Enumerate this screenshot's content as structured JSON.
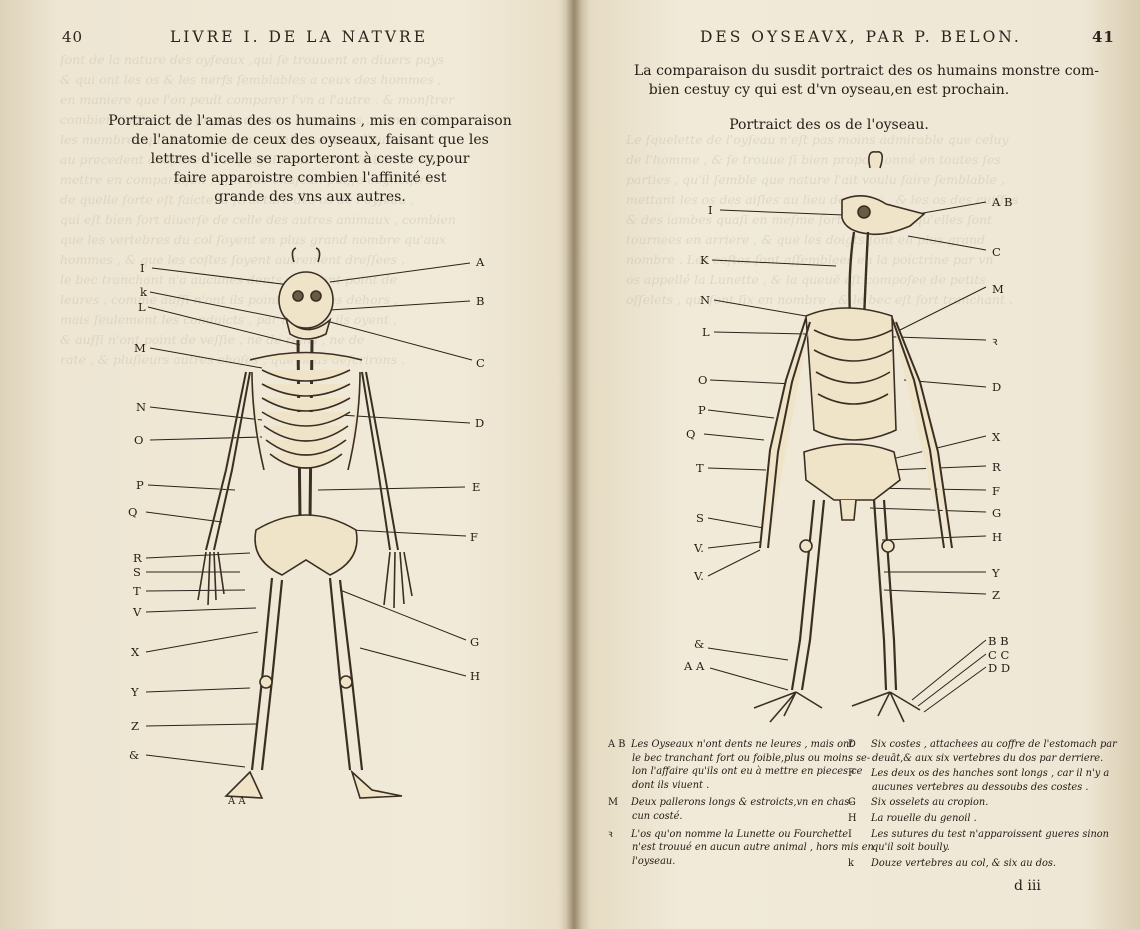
{
  "left_page": {
    "page_number": "40",
    "running_head": "LIVRE I. DE LA NATVRE",
    "title_lines": [
      "Portraict de l'amas des os humains , mis en comparaison",
      "de l'anatomie de ceux des oyseaux, faisant que les",
      "lettres d'icelle se raporteront à ceste cy,pour",
      "faire apparoistre combien l'affinité est",
      "grande des vns aux autres."
    ],
    "labels_left": [
      "I",
      "k",
      "L",
      "M",
      "N",
      "O",
      "P",
      "Q",
      "R",
      "S",
      "T",
      "V",
      "X",
      "Y",
      "Z",
      "&"
    ],
    "labels_right": [
      "A",
      "B",
      "C",
      "D",
      "E",
      "F",
      "G",
      "H"
    ],
    "label_bottom": "A A"
  },
  "right_page": {
    "page_number": "41",
    "running_head": "DES OYSEAVX, PAR P. BELON.",
    "intro_lines": [
      "La comparaison du susdit portraict des os humains monstre com-",
      "bien cestuy cy qui est d'vn oyseau,en est prochain."
    ],
    "figure_title": "Portraict des os de l'oyseau.",
    "labels_left": [
      "I",
      "K",
      "N",
      "L",
      "O",
      "P",
      "Q",
      "T",
      "S",
      "V.",
      "V.",
      "&",
      "A A"
    ],
    "labels_right": [
      "A B",
      "C",
      "M",
      "ꝛ",
      "D",
      "X",
      "R",
      "F",
      "G",
      "H",
      "Y",
      "Z",
      "B B",
      "C C",
      "D D"
    ],
    "legend_left": [
      {
        "key": "A B",
        "text": "Les Oyseaux n'ont dents ne leures , mais ont",
        "cont": [
          "le bec tranchant fort ou foible,plus ou moins se-",
          "lon l'affaire qu'ils ont eu à mettre en pieces ce",
          "dont ils viuent ."
        ]
      },
      {
        "key": "M",
        "text": "Deux pallerons longs & estroicts,vn en chas-",
        "cont": [
          "cun costé."
        ]
      },
      {
        "key": "ꝛ",
        "text": "L'os qu'on nomme la Lunette ou Fourchette",
        "cont": [
          "n'est trouué en aucun autre animal , hors mis en",
          "l'oyseau."
        ]
      }
    ],
    "legend_right": [
      {
        "key": "D",
        "text": "Six costes , attachees au coffre de l'estomach par",
        "cont": [
          "deuāt,& aux six vertebres du dos par derriere."
        ]
      },
      {
        "key": "F",
        "text": "Les deux os des hanches sont longs , car il n'y a",
        "cont": [
          "aucunes vertebres au dessoubs des costes ."
        ]
      },
      {
        "key": "G",
        "text": "Six osselets au cropion.",
        "cont": []
      },
      {
        "key": "H",
        "text": "La rouelle du genoil .",
        "cont": []
      },
      {
        "key": "I",
        "text": "Les sutures du test n'apparoissent gueres sinon",
        "cont": [
          "qu'il soit boully."
        ]
      },
      {
        "key": "k",
        "text": "Douze vertebres au col, & six au dos.",
        "cont": []
      }
    ],
    "signature": "d iii"
  }
}
